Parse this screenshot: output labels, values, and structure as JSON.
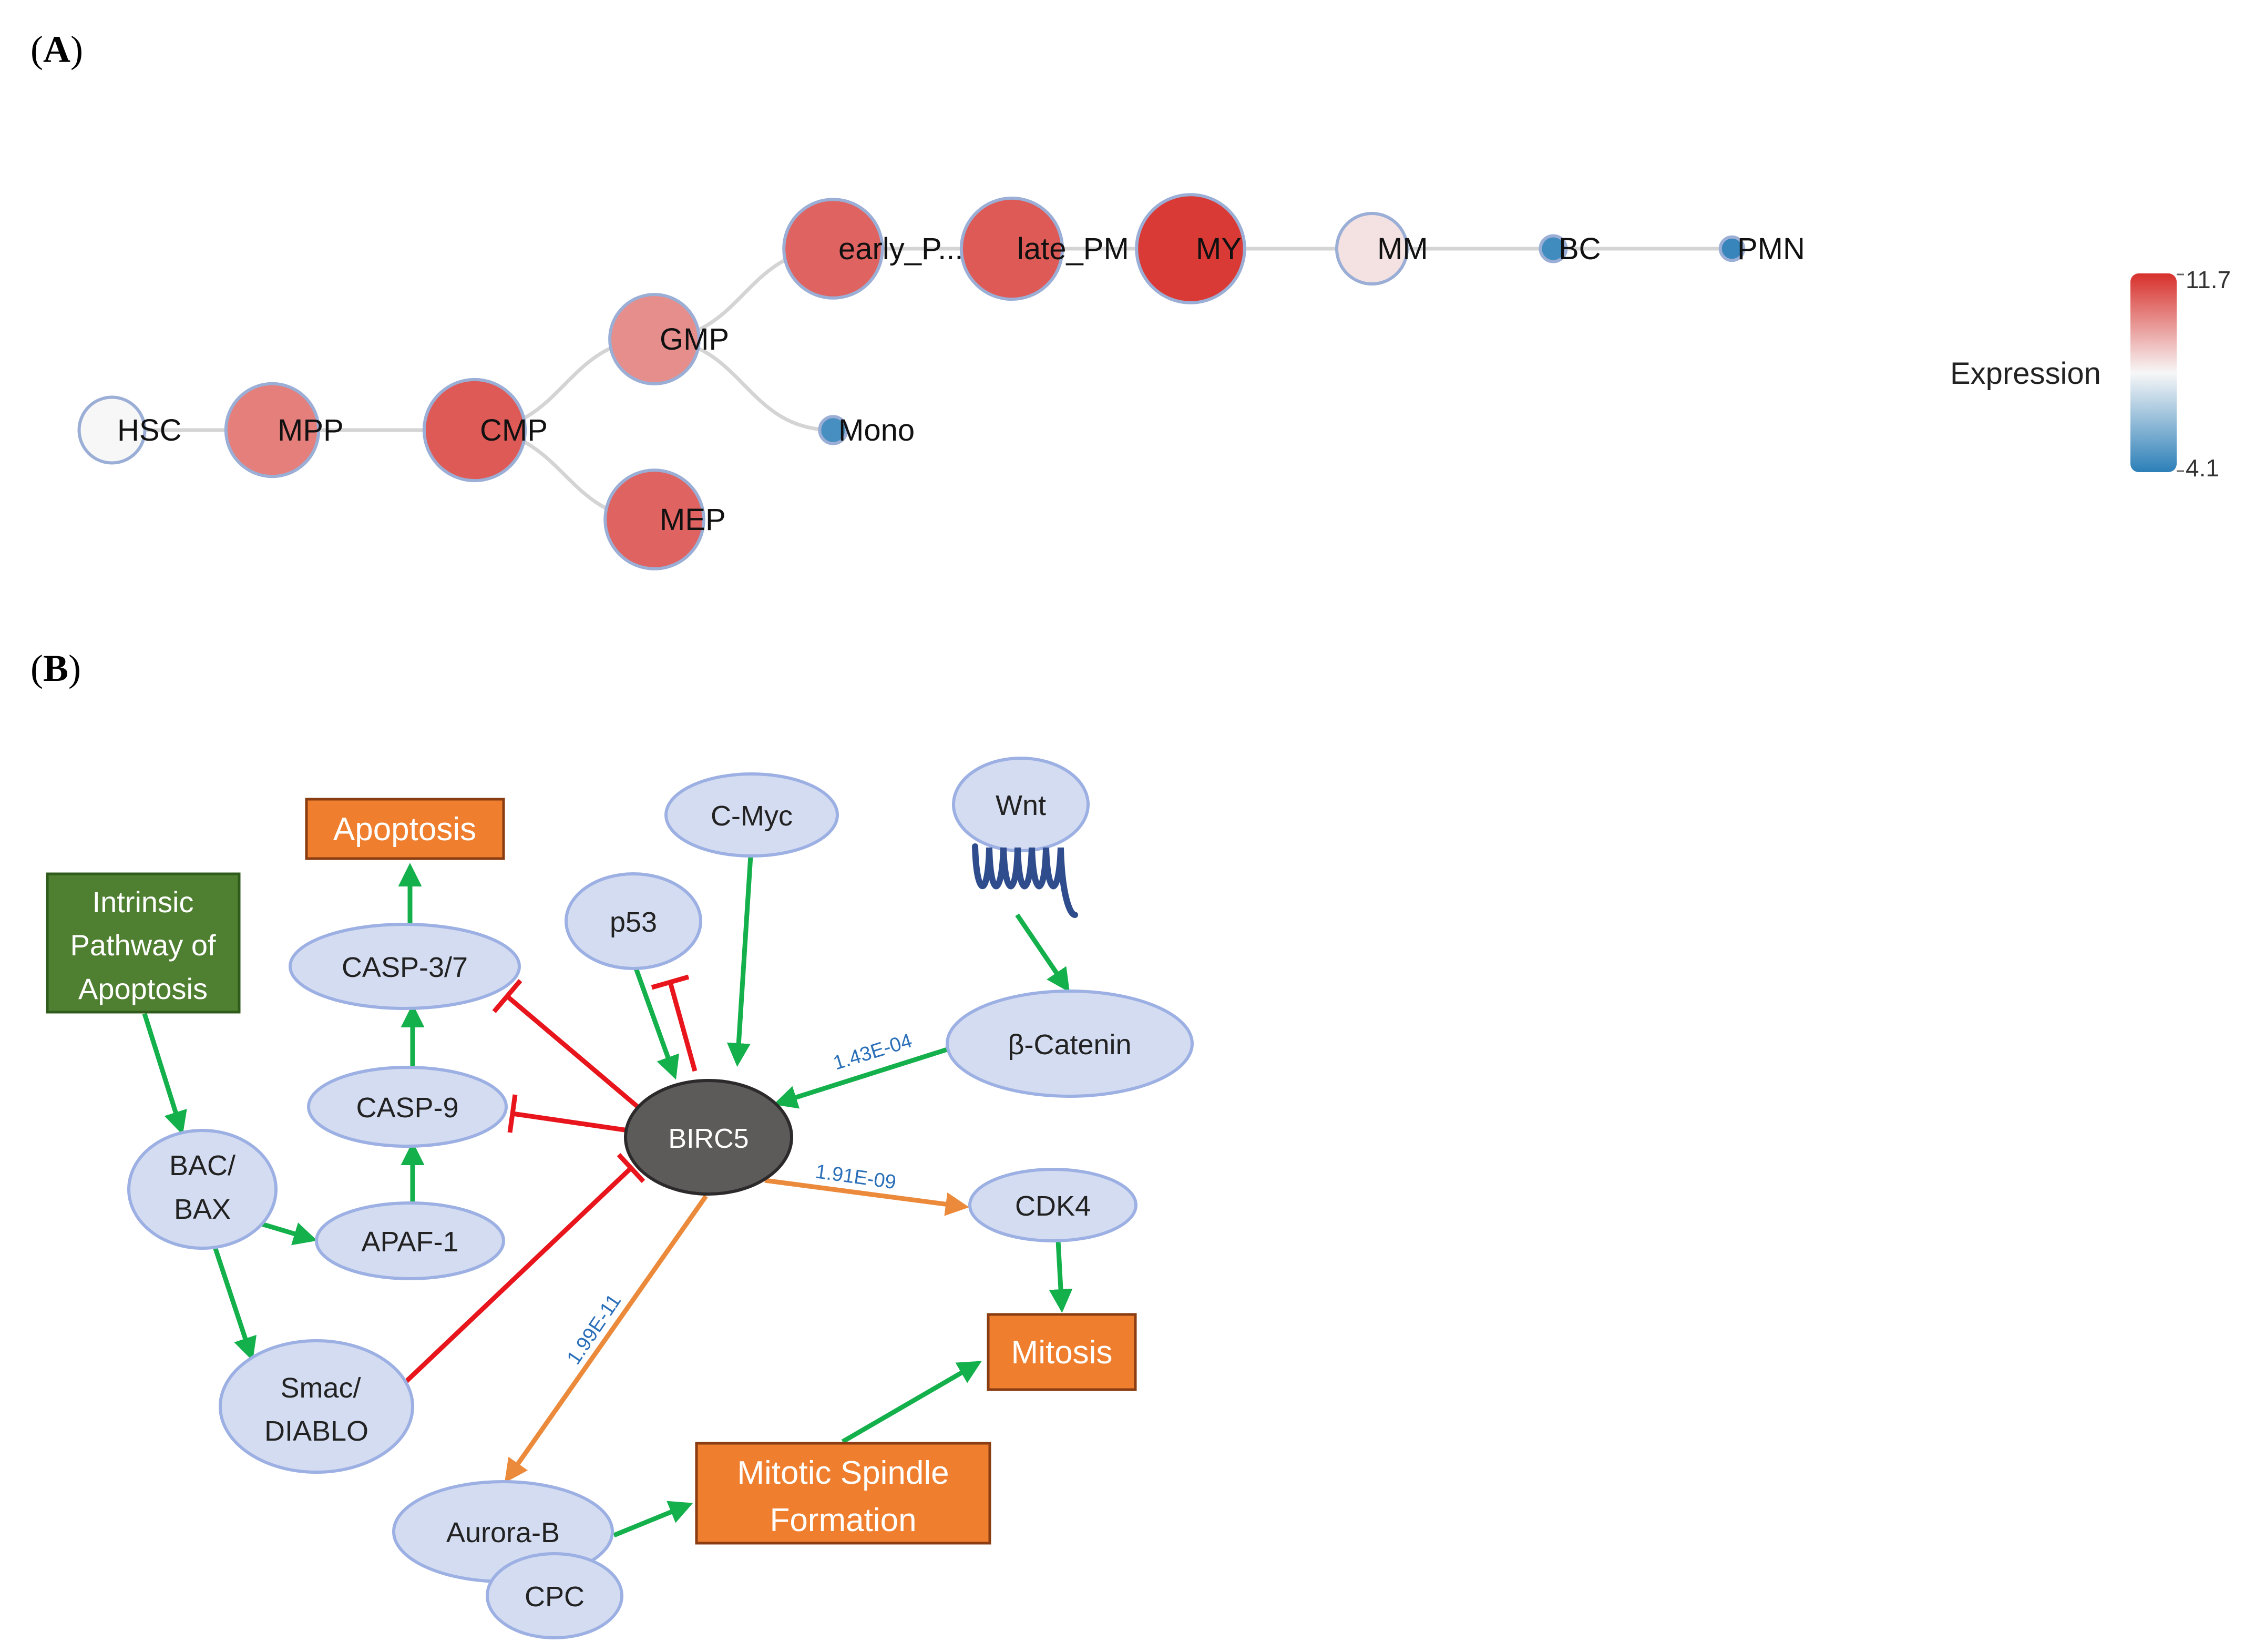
{
  "panels": {
    "a_label": "A",
    "b_label": "B"
  },
  "tree": {
    "nodes": [
      {
        "id": "HSC",
        "label": "HSC",
        "expression": 7.9
      },
      {
        "id": "MPP",
        "label": "MPP",
        "expression": 10.2
      },
      {
        "id": "CMP",
        "label": "CMP",
        "expression": 10.9
      },
      {
        "id": "GMP",
        "label": "GMP",
        "expression": 9.9
      },
      {
        "id": "MEP",
        "label": "MEP",
        "expression": 10.7
      },
      {
        "id": "Mono",
        "label": "Mono",
        "expression": 4.6
      },
      {
        "id": "early_P",
        "label": "early_P...",
        "expression": 10.7
      },
      {
        "id": "late_PM",
        "label": "late_PM",
        "expression": 10.9
      },
      {
        "id": "MY",
        "label": "MY",
        "expression": 11.5
      },
      {
        "id": "MM",
        "label": "MM",
        "expression": 8.3
      },
      {
        "id": "BC",
        "label": "BC",
        "expression": 4.5
      },
      {
        "id": "PMN",
        "label": "PMN",
        "expression": 4.3
      }
    ],
    "edges": [
      [
        "HSC",
        "MPP"
      ],
      [
        "MPP",
        "CMP"
      ],
      [
        "CMP",
        "GMP"
      ],
      [
        "CMP",
        "MEP"
      ],
      [
        "GMP",
        "Mono"
      ],
      [
        "GMP",
        "early_P"
      ],
      [
        "early_P",
        "late_PM"
      ],
      [
        "late_PM",
        "MY"
      ],
      [
        "MY",
        "MM"
      ],
      [
        "MM",
        "BC"
      ],
      [
        "BC",
        "PMN"
      ]
    ],
    "legend": {
      "title": "Expression",
      "max": "11.7",
      "min": "4.1",
      "colors": {
        "high": "#d7302b",
        "mid": "#f7f7f7",
        "low": "#2c7fb8"
      }
    }
  },
  "pathway": {
    "colors": {
      "node_fill": "#d4dcf1",
      "node_stroke": "#9db0e3",
      "hub_fill": "#5d5a5a",
      "process_fill": "#ef7f2f",
      "process_stroke": "#8a3d12",
      "intrinsic_fill": "#4f7f31",
      "activation": "#13b04b",
      "inhibition": "#e8161c",
      "orange_edge": "#ec8a3c",
      "pvalue": "#2a6fb8"
    },
    "nodes": {
      "birc5": "BIRC5",
      "cmyc": "C-Myc",
      "wnt": "Wnt",
      "p53": "p53",
      "bcat": "β-Catenin",
      "casp37": "CASP-3/7",
      "casp9": "CASP-9",
      "apaf1": "APAF-1",
      "bac_bax": [
        "BAC/",
        "BAX"
      ],
      "smac": [
        "Smac/",
        "DIABLO"
      ],
      "cdk4": "CDK4",
      "aurora": "Aurora-B",
      "cpc": "CPC"
    },
    "process_boxes": {
      "apoptosis": "Apoptosis",
      "intrinsic": [
        "Intrinsic",
        "Pathway of",
        "Apoptosis"
      ],
      "mitosis": "Mitosis",
      "spindle": [
        "Mitotic Spindle",
        "Formation"
      ]
    },
    "pvalues": {
      "bcat_birc5": "1.43E-04",
      "birc5_cdk4": "1.91E-09",
      "birc5_aurora": "1.99E-11"
    }
  }
}
